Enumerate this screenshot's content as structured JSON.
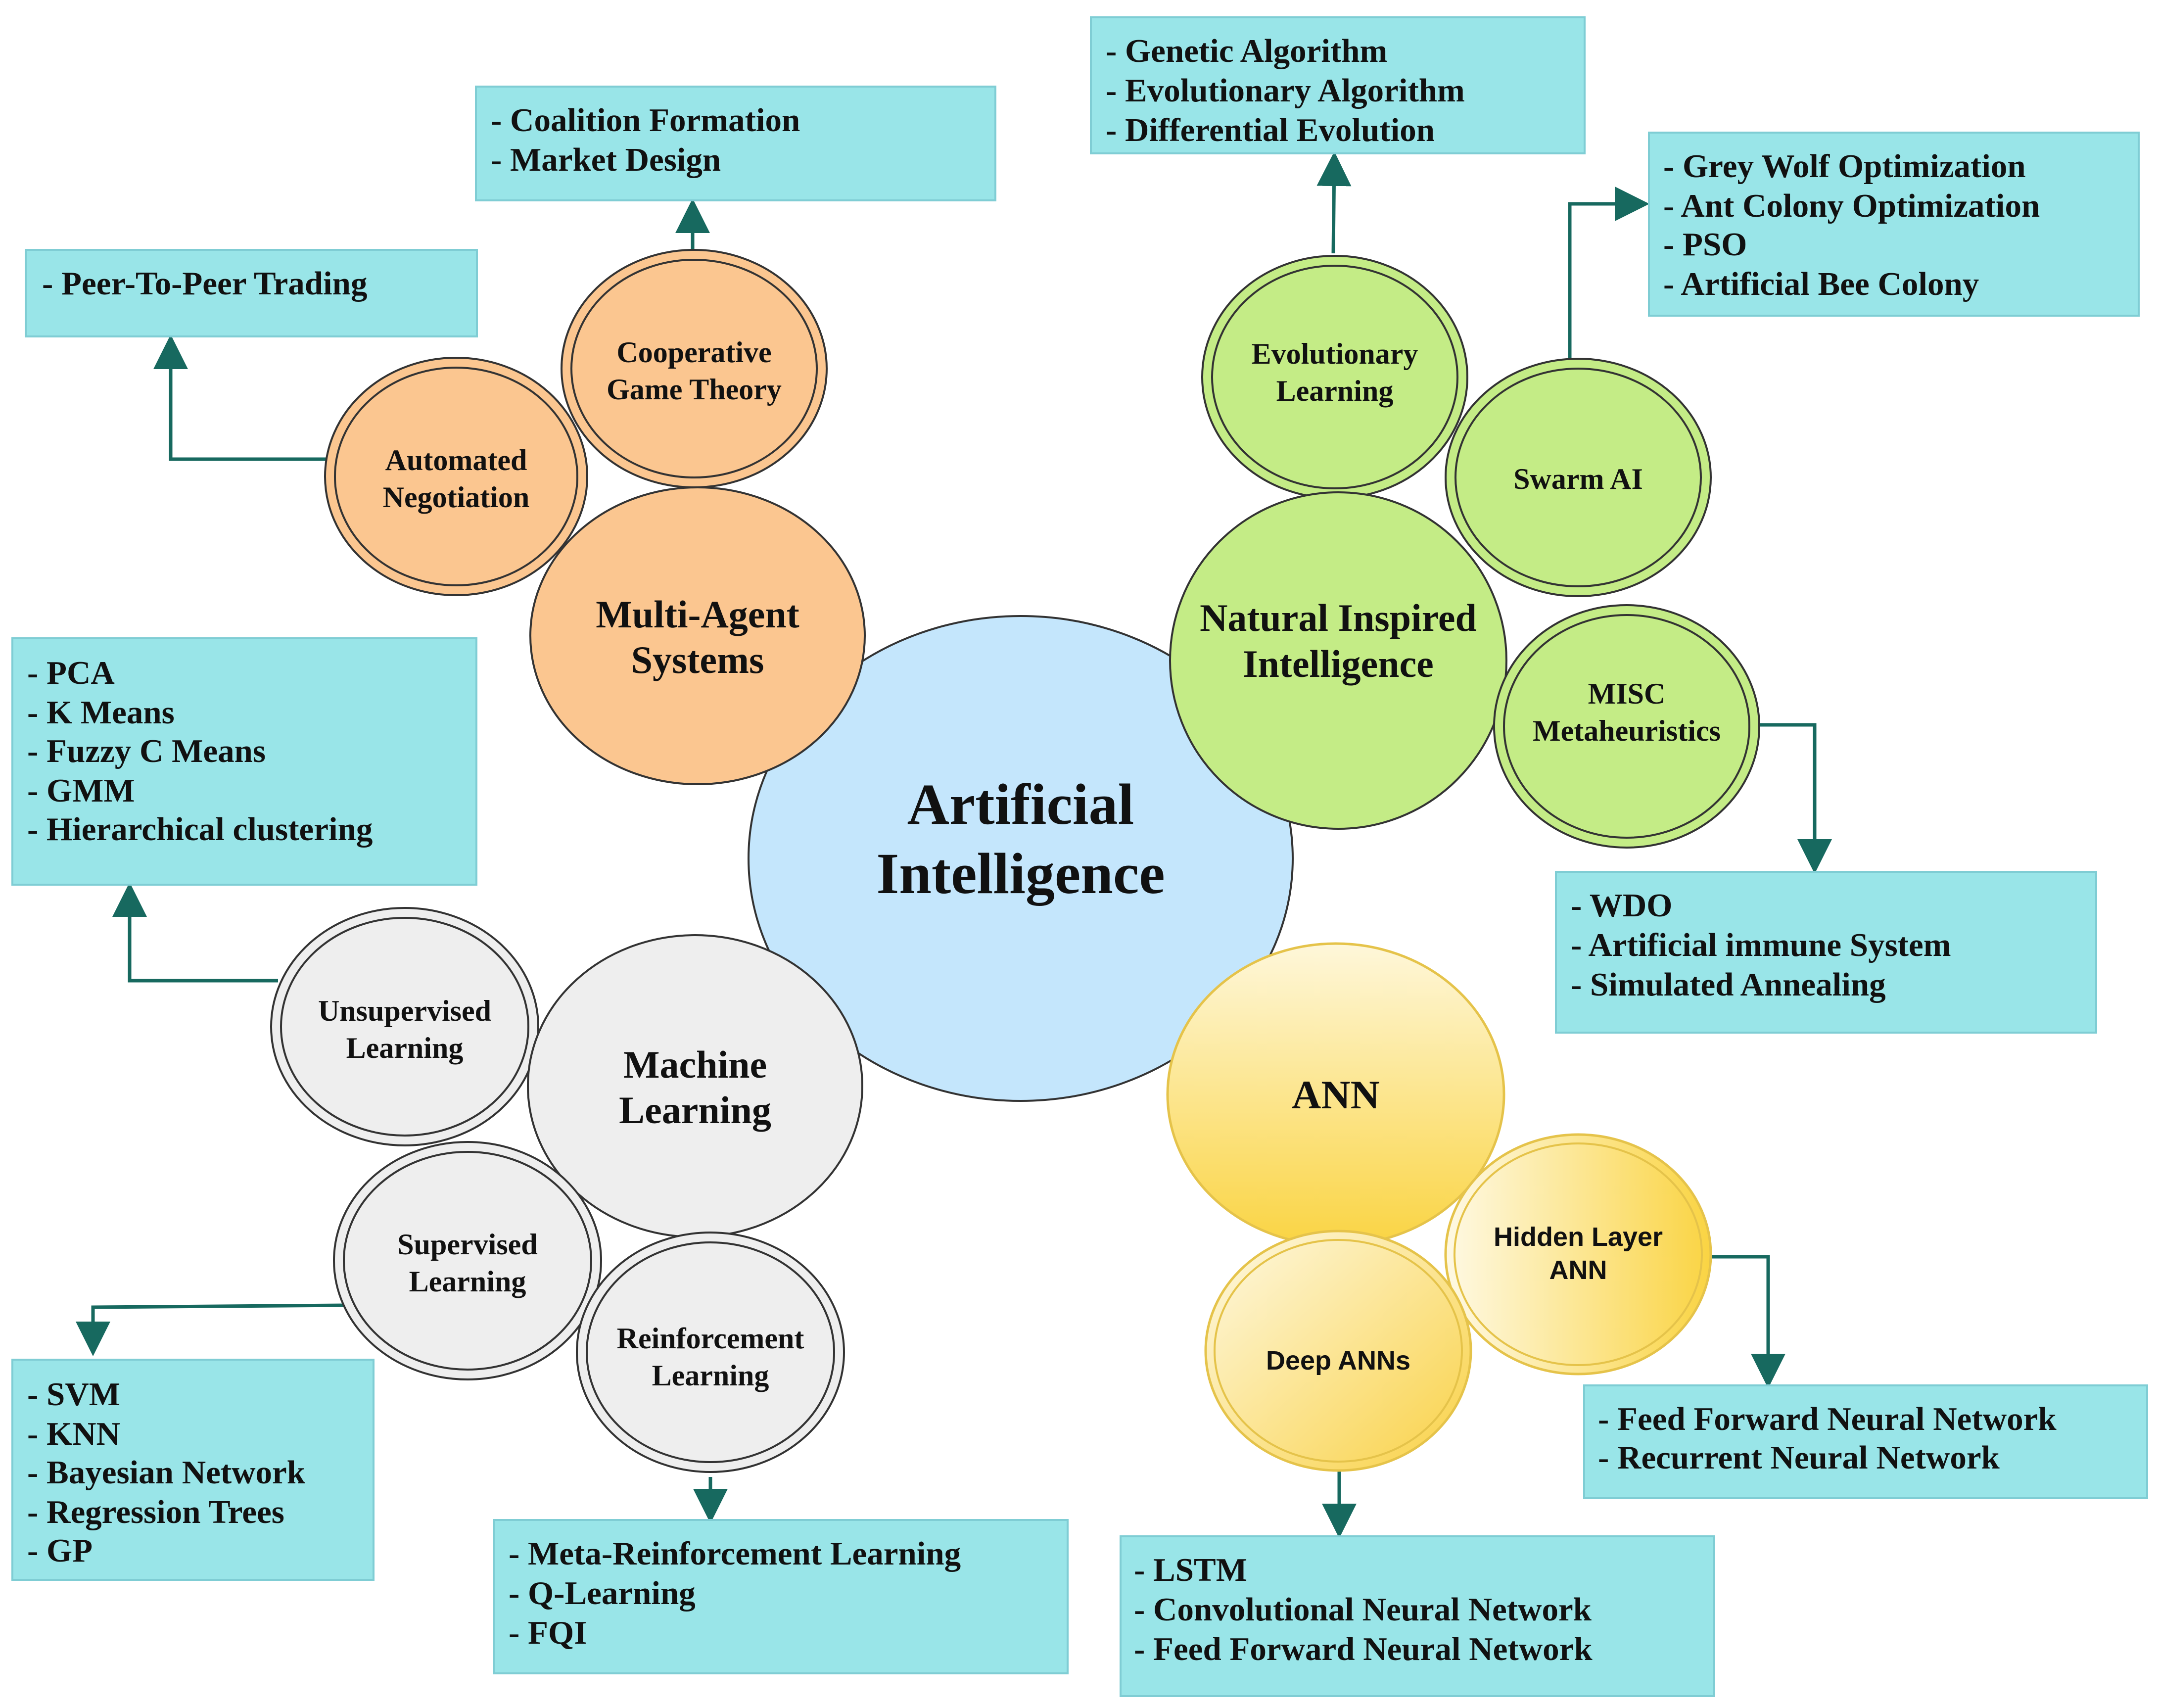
{
  "colors": {
    "box_fill": "#99E5E8",
    "box_stroke": "#7FCDD4",
    "connector": "#17695F",
    "ai_fill": "#C4E6FC",
    "mas_fill": "#FBC690",
    "nii_fill": "#C4EC86",
    "ann_fill": "#FAD54D",
    "ml_fill": "#EEEEEE",
    "ring_stroke": "#333333"
  },
  "center": {
    "title_line1": "Artificial",
    "title_line2": "Intelligence"
  },
  "branches": {
    "multi_agent": {
      "label_line1": "Multi-Agent",
      "label_line2": "Systems",
      "children": {
        "automated_negotiation": {
          "label_line1": "Automated",
          "label_line2": "Negotiation",
          "items": [
            "- Peer-To-Peer Trading"
          ]
        },
        "cooperative_game_theory": {
          "label_line1": "Cooperative",
          "label_line2": "Game Theory",
          "items": [
            "- Coalition Formation",
            "- Market Design"
          ]
        }
      }
    },
    "natural_inspired": {
      "label_line1": "Natural Inspired",
      "label_line2": "Intelligence",
      "children": {
        "evolutionary_learning": {
          "label_line1": "Evolutionary",
          "label_line2": "Learning",
          "items": [
            "- Genetic Algorithm",
            "- Evolutionary Algorithm",
            "- Differential Evolution"
          ]
        },
        "swarm_ai": {
          "label_line1": "Swarm AI",
          "items": [
            "- Grey Wolf Optimization",
            "- Ant Colony Optimization",
            "- PSO",
            "- Artificial Bee Colony"
          ]
        },
        "misc_metaheuristics": {
          "label_line1": "MISC",
          "label_line2": "Metaheuristics",
          "items": [
            "- WDO",
            "- Artificial immune System",
            "- Simulated Annealing"
          ]
        }
      }
    },
    "machine_learning": {
      "label_line1": "Machine",
      "label_line2": "Learning",
      "children": {
        "unsupervised_learning": {
          "label_line1": "Unsupervised",
          "label_line2": "Learning",
          "items": [
            "- PCA",
            "- K Means",
            "- Fuzzy C Means",
            "- GMM",
            "- Hierarchical clustering"
          ]
        },
        "supervised_learning": {
          "label_line1": "Supervised",
          "label_line2": "Learning",
          "items": [
            "- SVM",
            "- KNN",
            "- Bayesian Network",
            "- Regression Trees",
            "- GP"
          ]
        },
        "reinforcement_learning": {
          "label_line1": "Reinforcement",
          "label_line2": "Learning",
          "items": [
            "- Meta-Reinforcement Learning",
            "- Q-Learning",
            "- FQI"
          ]
        }
      }
    },
    "ann": {
      "label_line1": "ANN",
      "children": {
        "hidden_layer_ann": {
          "label_line1": "Hidden Layer",
          "label_line2": "ANN",
          "items": [
            "- Feed Forward Neural Network",
            "- Recurrent Neural Network"
          ]
        },
        "deep_anns": {
          "label_line1": "Deep ANNs",
          "items": [
            "- LSTM",
            "- Convolutional Neural Network",
            "- Feed Forward Neural Network"
          ]
        }
      }
    }
  }
}
